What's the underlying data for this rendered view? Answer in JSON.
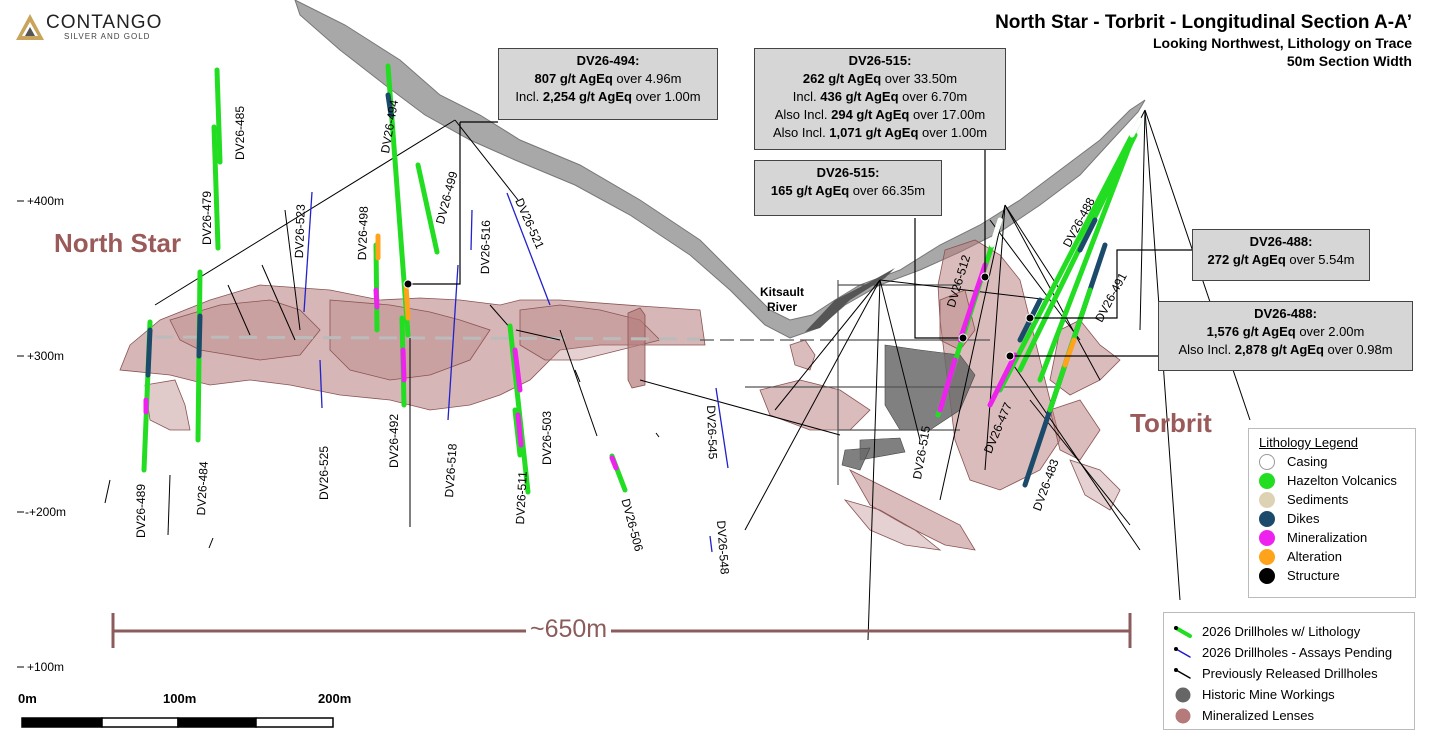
{
  "logo": {
    "name": "CONTANGO",
    "tagline": "SILVER AND GOLD"
  },
  "title": {
    "main": "North Star - Torbrit -  Longitudinal Section A-A’",
    "line2": "Looking Northwest, Lithology on Trace",
    "line3": "50m Section Width"
  },
  "regions": {
    "north_star": "North Star",
    "torbrit": "Torbrit"
  },
  "river": {
    "line1": "Kitsault",
    "line2": "River"
  },
  "elevations": [
    "+400m",
    "+300m",
    "-+200m",
    "+100m"
  ],
  "drillholes": [
    "DV26-485",
    "DV26-479",
    "DV26-494",
    "DV26-499",
    "DV26-523",
    "DV26-498",
    "DV26-516",
    "DV26-521",
    "DV26-489",
    "DV26-484",
    "DV26-525",
    "DV26-492",
    "DV26-518",
    "DV26-511",
    "DV26-503",
    "DV26-506",
    "DV26-545",
    "DV26-548",
    "DV26-515",
    "DV26-512",
    "DV26-477",
    "DV26-488",
    "DV26-491",
    "DV26-483"
  ],
  "callouts": {
    "c494": {
      "hole": "DV26-494:",
      "l1a": "807 g/t AgEq",
      "l1b": " over 4.96m",
      "l2a": "Incl. ",
      "l2b": "2,254 g/t AgEq",
      "l2c": " over 1.00m"
    },
    "c515a": {
      "hole": "DV26-515:",
      "l1a": "262 g/t AgEq",
      "l1b": " over 33.50m",
      "l2a": "Incl. ",
      "l2b": "436 g/t AgEq",
      "l2c": " over 6.70m",
      "l3a": "Also Incl. ",
      "l3b": "294 g/t AgEq",
      "l3c": " over 17.00m",
      "l4a": "Also Incl. ",
      "l4b": "1,071 g/t AgEq",
      "l4c": " over 1.00m"
    },
    "c515b": {
      "hole": "DV26-515:",
      "l1a": "165 g/t AgEq",
      "l1b": " over 66.35m"
    },
    "c488a": {
      "hole": "DV26-488:",
      "l1a": "272 g/t AgEq",
      "l1b": " over 5.54m"
    },
    "c488b": {
      "hole": "DV26-488:",
      "l1a": "1,576 g/t AgEq",
      "l1b": " over 2.00m",
      "l2a": "Also Incl. ",
      "l2b": "2,878 g/t AgEq",
      "l2c": " over 0.98m"
    }
  },
  "lithology_legend": {
    "title": "Lithology Legend",
    "items": [
      {
        "label": "Casing",
        "color": "#ffffff"
      },
      {
        "label": "Hazelton Volcanics",
        "color": "#22dd22"
      },
      {
        "label": "Sediments",
        "color": "#ddd2b4"
      },
      {
        "label": "Dikes",
        "color": "#1b4a6b"
      },
      {
        "label": "Mineralization",
        "color": "#ee22ee"
      },
      {
        "label": "Alteration",
        "color": "#ffa31a"
      },
      {
        "label": "Structure",
        "color": "#000000"
      }
    ]
  },
  "symbol_legend": {
    "items": [
      {
        "label": "2026 Drillholes w/ Lithology",
        "icon": "green-drillhole-icon",
        "color": "#22dd22"
      },
      {
        "label": "2026 Drillholes - Assays Pending",
        "icon": "blue-drillhole-icon",
        "color": "#1a1acc"
      },
      {
        "label": "Previously Released Drillholes",
        "icon": "black-drillhole-icon",
        "color": "#000000"
      },
      {
        "label": "Historic Mine Workings",
        "icon": "grey-circle-icon",
        "color": "#666666"
      },
      {
        "label": "Mineralized Lenses",
        "icon": "pink-circle-icon",
        "color": "#b57a7a"
      }
    ]
  },
  "scale": {
    "ticks": [
      "0m",
      "100m",
      "200m"
    ]
  },
  "distance": "~650m",
  "colors": {
    "lens": "#b57a7a",
    "surface": "#9a9a9a",
    "region_label": "#9a5a5a",
    "callout_bg": "#d6d6d6"
  }
}
